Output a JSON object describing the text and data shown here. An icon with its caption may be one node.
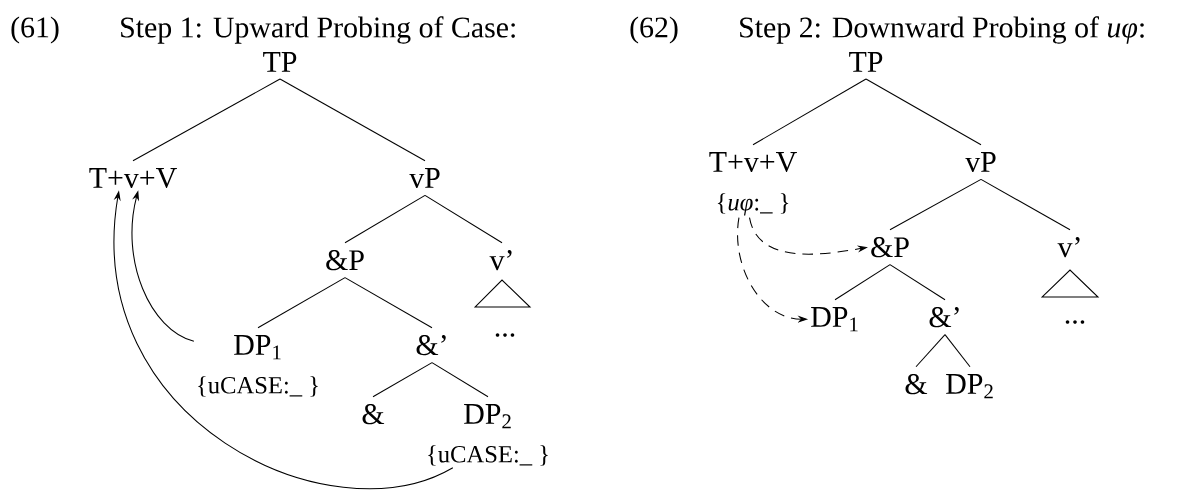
{
  "diagram": {
    "nodes": [
      {
        "text": [
          "TP"
        ]
      },
      {
        "text": [
          "T+v+V"
        ]
      },
      {
        "text": [
          "vP"
        ]
      },
      {
        "text": [
          "&P"
        ]
      },
      {
        "text": [
          "v’"
        ]
      },
      {
        "text": [
          "DP$_{1}$",
          "{uCASE:_ }"
        ]
      },
      {
        "text": [
          "&’"
        ]
      },
      {
        "text": [
          "&"
        ]
      },
      {
        "text": [
          "DP$_{2}$",
          "{uCASE:_ }"
        ]
      },
      {
        "text": [
          "TP"
        ]
      },
      {
        "text": [
          "T+v+V",
          "{*uφ*:_ }"
        ]
      },
      {
        "text": [
          "vP"
        ]
      },
      {
        "text": [
          "&P"
        ]
      },
      {
        "text": [
          "v’"
        ]
      },
      {
        "text": [
          "DP$_{1}$"
        ]
      },
      {
        "text": [
          "&’"
        ]
      },
      {
        "text": [
          "&"
        ]
      },
      {
        "text": [
          "DP$_{2}$"
        ]
      }
    ],
    "edges": [
      {
        "from": 0,
        "to": 1,
        "arrow": "none"
      },
      {
        "from": 0,
        "to": 2,
        "arrow": "none"
      },
      {
        "from": 2,
        "to": 3,
        "arrow": "none"
      },
      {
        "from": 2,
        "to": 4,
        "arrow": "none"
      },
      {
        "from": 3,
        "to": 5,
        "arrow": "none"
      },
      {
        "from": 3,
        "to": 6,
        "arrow": "none"
      },
      {
        "from": 6,
        "to": 7,
        "arrow": "none"
      },
      {
        "from": 6,
        "to": 8,
        "arrow": "none"
      },
      {
        "from": 5,
        "to": 1,
        "arrow": "to"
      },
      {
        "from": 8,
        "to": 1,
        "arrow": "to"
      },
      {
        "from": 9,
        "to": 10,
        "arrow": "none"
      },
      {
        "from": 9,
        "to": 11,
        "arrow": "none"
      },
      {
        "from": 11,
        "to": 12,
        "arrow": "none"
      },
      {
        "from": 11,
        "to": 13,
        "arrow": "none"
      },
      {
        "from": 12,
        "to": 14,
        "arrow": "none"
      },
      {
        "from": 12,
        "to": 15,
        "arrow": "none"
      },
      {
        "from": 15,
        "to": 16,
        "arrow": "none"
      },
      {
        "from": 15,
        "to": 17,
        "arrow": "none"
      },
      {
        "from": 10,
        "to": 12,
        "arrow": "to",
        "style": "dashed"
      },
      {
        "from": 10,
        "to": 14,
        "arrow": "to",
        "style": "dashed"
      }
    ],
    "labels": [
      "(61)",
      "Step 1: Upward Probing of Case:",
      "(62)",
      "Step 2: Downward Probing of *uφ*:",
      "...",
      "..."
    ]
  }
}
